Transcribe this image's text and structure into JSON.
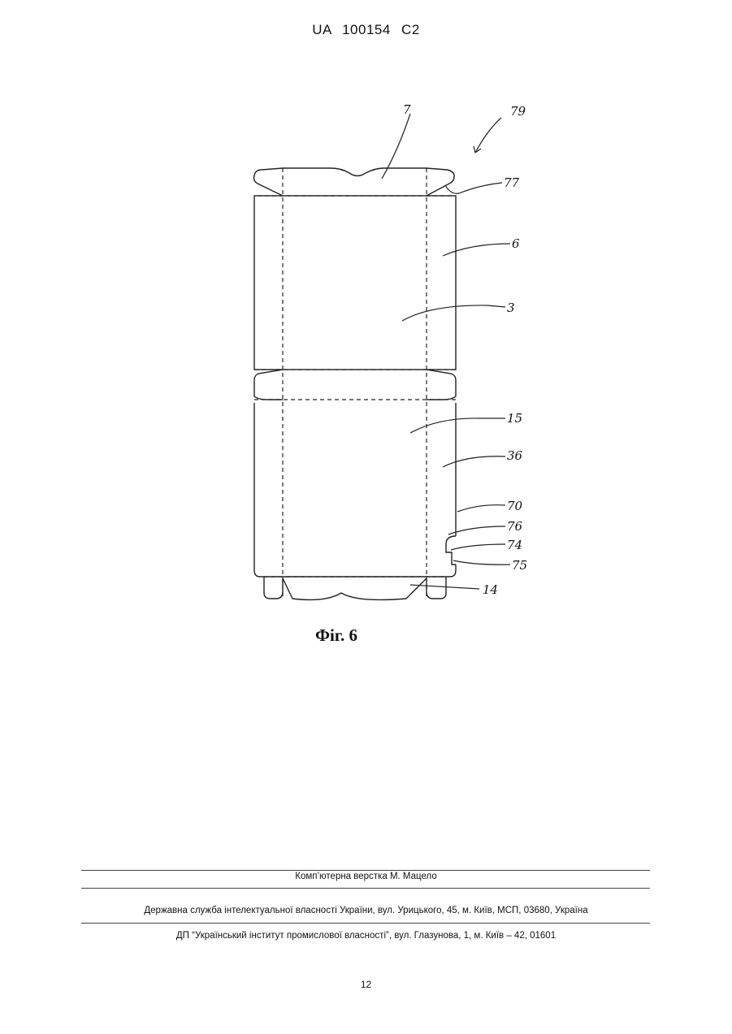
{
  "header": {
    "patent_number": "UA   100154   C2"
  },
  "figure": {
    "caption": "Фіг. 6",
    "labels": {
      "l79": "79",
      "l7": "7",
      "l77": "77",
      "l6": "6",
      "l3": "3",
      "l15": "15",
      "l36": "36",
      "l70": "70",
      "l76": "76",
      "l74": "74",
      "l75": "75",
      "l14": "14"
    }
  },
  "footer": {
    "layout_credit": "Комп’ютерна верстка М. Мацело",
    "agency": "Державна служба інтелектуальної власності України, вул. Урицького, 45, м. Київ, МСП, 03680, Україна",
    "institute": "ДП “Український інститут промислової власності”, вул. Глазунова, 1, м. Київ – 42, 01601"
  },
  "page_number": "12"
}
